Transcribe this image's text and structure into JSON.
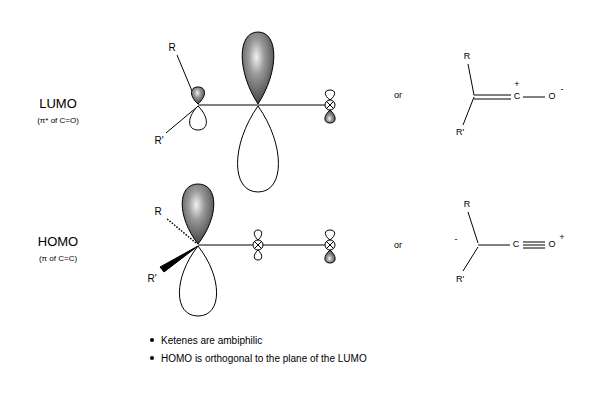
{
  "diagram": {
    "labels": [
      "LUMO",
      "(π* of C=O)",
      "R",
      "R'",
      "or",
      "R",
      "C",
      "+",
      "O",
      "-",
      "R'",
      "HOMO",
      "(π of C=C)",
      "R",
      "R'",
      "or",
      "R",
      "-",
      "C",
      "O",
      "+",
      "R'",
      "Ketenes are ambiphilic",
      "HOMO is orthogonal to the plane of the LUMO"
    ]
  }
}
